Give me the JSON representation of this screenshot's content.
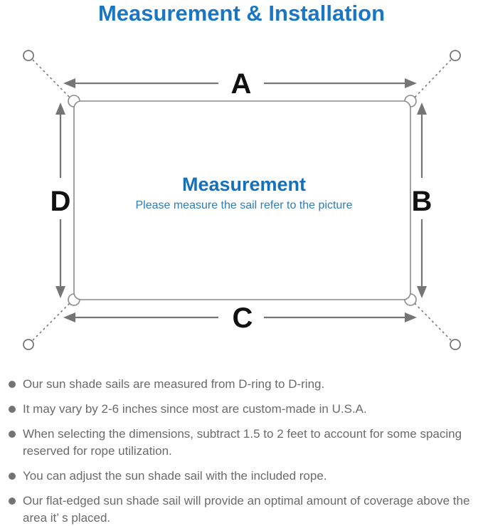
{
  "title": "Measurement & Installation",
  "diagram": {
    "labels": {
      "top": "A",
      "right": "B",
      "bottom": "C",
      "left": "D"
    },
    "center_heading": "Measurement",
    "center_subtext": "Please measure the sail refer to the picture"
  },
  "colors": {
    "title_blue": "#1976c5",
    "heading_blue": "#1470b8",
    "subtext_blue": "#2e7cba",
    "line_gray": "#8a8a8a",
    "arrow_gray": "#757575",
    "note_text_gray": "#6a6a6a",
    "label_black": "#111111"
  },
  "notes": [
    "Our sun shade sails are measured from D-ring to D-ring.",
    "It may vary by 2-6 inches since most are custom-made in U.S.A.",
    "When selecting the dimensions, subtract 1.5 to 2 feet to account for some spacing reserved for rope utilization.",
    "You can adjust the sun shade sail with the included rope.",
    "Our flat-edged sun shade sail will provide an optimal amount of coverage above the area it’ s placed."
  ]
}
